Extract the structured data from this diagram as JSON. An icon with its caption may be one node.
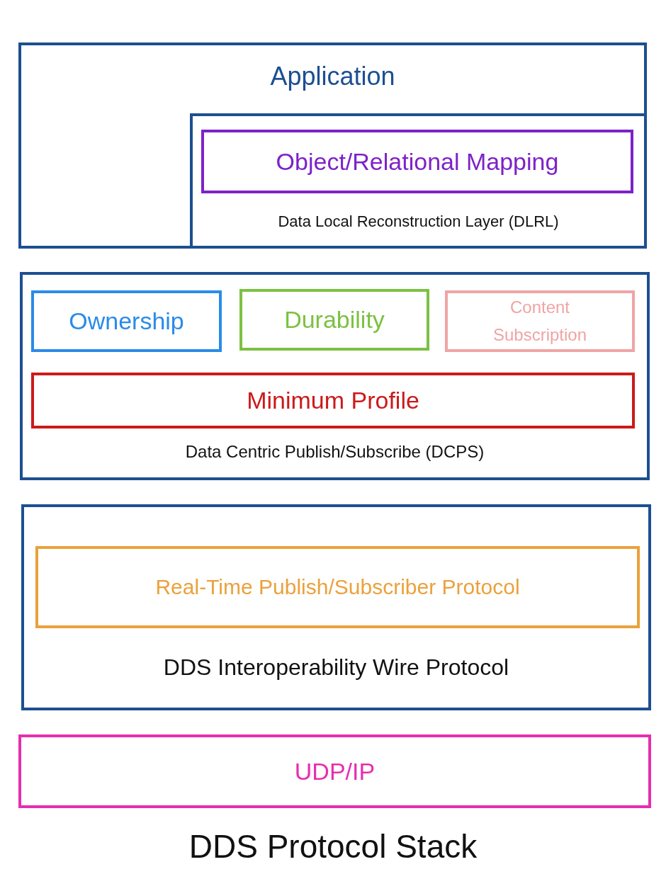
{
  "diagram": {
    "caption": "DDS Protocol Stack",
    "nodes": [
      {
        "text": [
          "Application"
        ]
      },
      {
        "text": [
          "Data Local Reconstruction Layer (DLRL)"
        ],
        "in": 0
      },
      {
        "text": [
          "Object/Relational Mapping"
        ],
        "in": 1
      },
      {
        "text": [
          "Data Centric Publish/Subscribe (DCPS)"
        ]
      },
      {
        "text": [
          "Ownership"
        ],
        "in": 3
      },
      {
        "text": [
          "Durability"
        ],
        "in": 3
      },
      {
        "text": [
          "Content Subscription"
        ],
        "in": 3
      },
      {
        "text": [
          "Minimum Profile"
        ],
        "in": 3
      },
      {
        "text": [
          "DDS Interoperability Wire Protocol"
        ]
      },
      {
        "text": [
          "Real-Time Publish/Subscriber Protocol"
        ],
        "in": 8
      },
      {
        "text": [
          "UDP/IP"
        ]
      }
    ],
    "edges": []
  }
}
